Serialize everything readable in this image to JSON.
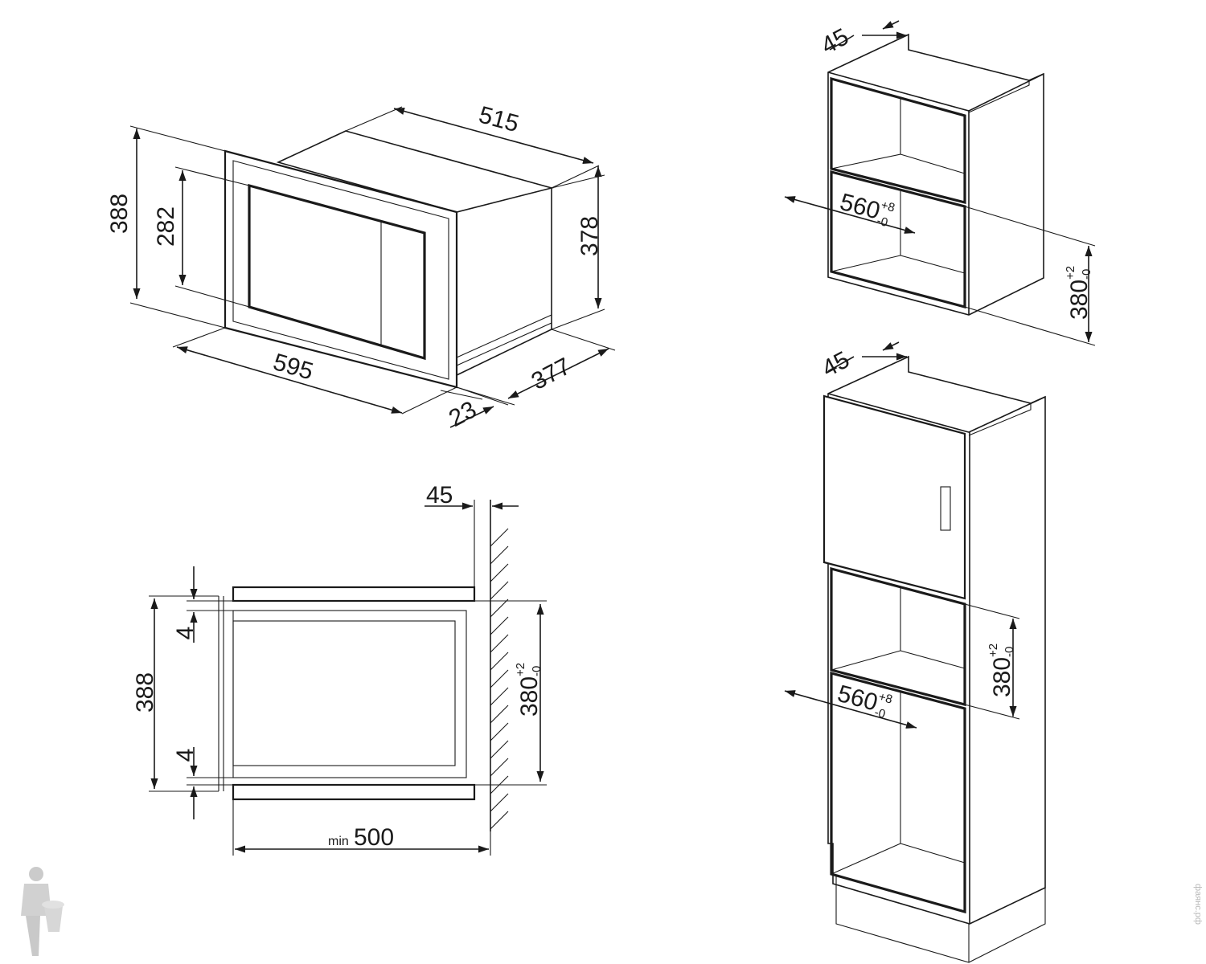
{
  "oven_iso": {
    "depth": "515",
    "overall_height": "388",
    "door_height": "282",
    "body_height": "378",
    "width": "595",
    "body_depth": "377",
    "frame_depth": "23"
  },
  "cabinet_top": {
    "gap": "45",
    "niche_width": "560",
    "niche_width_tol_upper": "+8",
    "niche_width_tol_lower": "-0",
    "niche_height": "380",
    "niche_height_tol_upper": "+2",
    "niche_height_tol_lower": "-0"
  },
  "side_section": {
    "gap": "45",
    "height": "388",
    "top_clearance": "4",
    "bottom_clearance": "4",
    "niche_height": "380",
    "niche_height_tol_upper": "+2",
    "niche_height_tol_lower": "-0",
    "min_label": "min",
    "min_depth": "500"
  },
  "cabinet_tall": {
    "gap": "45",
    "niche_height": "380",
    "niche_height_tol_upper": "+2",
    "niche_height_tol_lower": "-0",
    "niche_width": "560",
    "niche_width_tol_upper": "+8",
    "niche_width_tol_lower": "-0"
  },
  "watermark": "фаянс.рф",
  "colors": {
    "line": "#1a1a1a",
    "background": "#ffffff"
  }
}
